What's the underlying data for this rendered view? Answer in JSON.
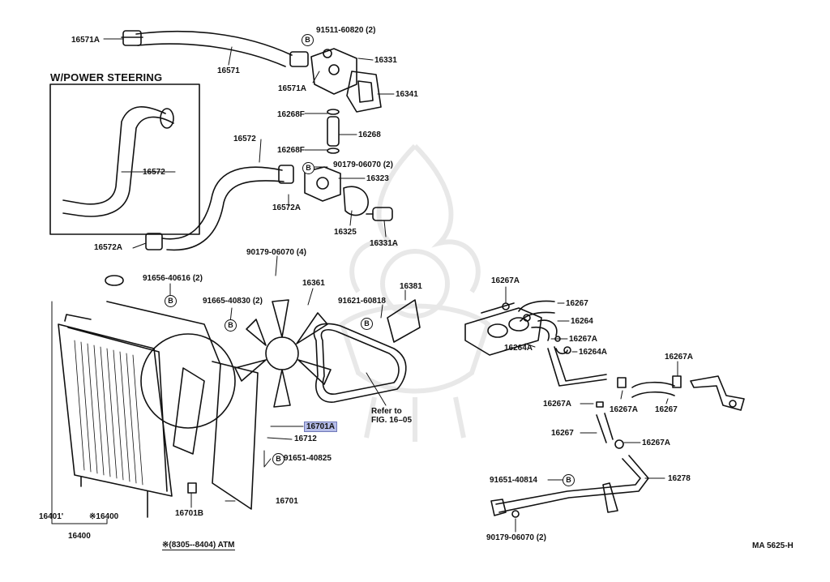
{
  "diagram": {
    "inset_title": "W/POWER STEERING",
    "footnote": "※(8305--8404) ATM",
    "code": "MA 5625-H",
    "refer_line1": "Refer to",
    "refer_line2": "FIG. 16–05",
    "bolt_mark": "B",
    "highlight_color": "#b6bde8",
    "watermark_icon": "samurai-helmet-logo"
  },
  "labels": {
    "p16571A_top": "16571A",
    "p16571": "16571",
    "p91511": "91511-60820 (2)",
    "p16331": "16331",
    "p16571A_mid": "16571A",
    "p16341": "16341",
    "p16268F_a": "16268F",
    "p16268": "16268",
    "p16268F_b": "16268F",
    "p16572_inset": "16572",
    "p16572": "16572",
    "p90179_a": "90179-06070 (2)",
    "p16323": "16323",
    "p16572A_mid": "16572A",
    "p16325": "16325",
    "p16331A": "16331A",
    "p16572A_low": "16572A",
    "p90179_b": "90179-06070 (4)",
    "p91656": "91656-40616 (2)",
    "p16361": "16361",
    "p16381": "16381",
    "p91665": "91665-40830 (2)",
    "p91621": "91621-60818",
    "p16701A": "16701A",
    "p16712": "16712",
    "p91651_a": "91651-40825",
    "p16701B": "16701B",
    "p16701": "16701",
    "p16401": "16401'",
    "p16400_star": "※16400",
    "p16400": "16400",
    "p16267A_1": "16267A",
    "p16267_1": "16267",
    "p16264": "16264",
    "p16267A_2": "16267A",
    "p16264A_1": "16264A",
    "p16264A_2": "16264A",
    "p16267A_3": "16267A",
    "p16267A_4": "16267A",
    "p16267A_5": "16267A",
    "p16267_2": "16267",
    "p16267_3": "16267",
    "p16267A_6": "16267A",
    "p91651_b": "91651-40814",
    "p16278": "16278",
    "p90179_c": "90179-06070 (2)"
  }
}
